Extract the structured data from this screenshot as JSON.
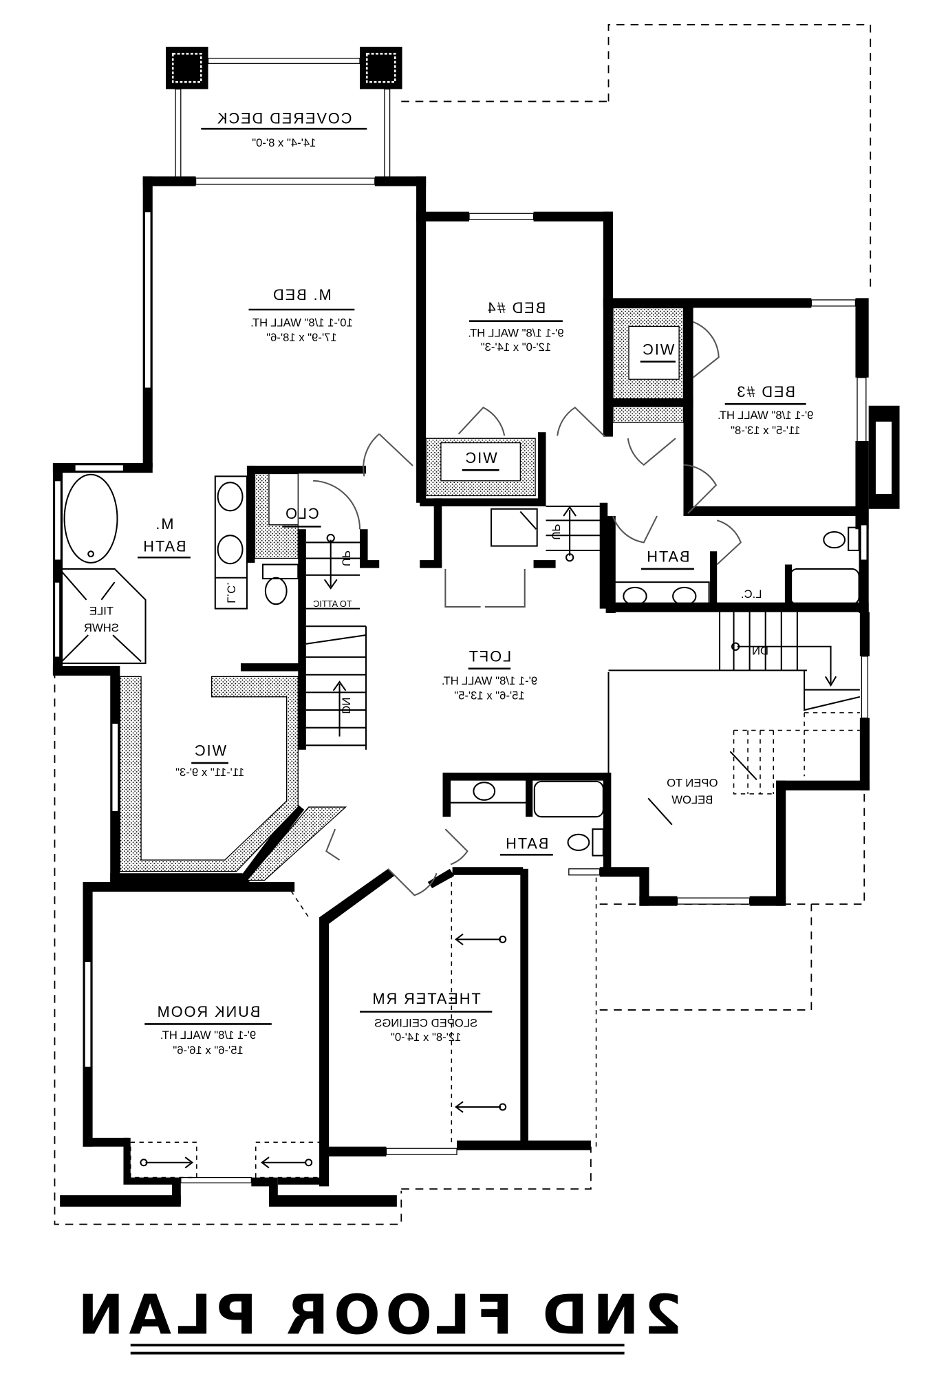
{
  "plan": {
    "title": "2ND FLOOR PLAN",
    "mirrored": true,
    "line_color": "#000000",
    "background": "#ffffff"
  },
  "rooms": {
    "covered_deck": {
      "name": "COVERED DECK",
      "size": "14'-4\" x 8'-0\""
    },
    "master_bed": {
      "name": "M. BED",
      "wall_height": "10'-1 1/8\" WALL HT.",
      "size": "17'-9\" x 18'-6\""
    },
    "bed4": {
      "name": "BED #4",
      "wall_height": "9'-1 1/8\" WALL HT.",
      "size": "12'-0\" x 14'-3\""
    },
    "bed3": {
      "name": "BED #3",
      "wall_height": "9'-1 1/8\" WALL HT.",
      "size": "11'-5\" x 13'-8\""
    },
    "bed3_wic": {
      "name": "WIC"
    },
    "bed4_wic": {
      "name": "WIC"
    },
    "master_bath": {
      "name_line1": "M.",
      "name_line2": "BATH"
    },
    "tile_shower": {
      "name_line1": "TILE",
      "name_line2": "SHWR"
    },
    "closet": {
      "name": "CLO"
    },
    "linen_master": {
      "name": "L.C."
    },
    "attic_stair": {
      "direction": "UP",
      "note": "TO ATTIC"
    },
    "main_stair_up": {
      "direction": "UP"
    },
    "main_stair_dn": {
      "direction": "DN"
    },
    "right_stair_dn": {
      "direction": "DN"
    },
    "hall_bath": {
      "name": "BATH"
    },
    "hall_lc": {
      "name": "L.C."
    },
    "loft": {
      "name": "LOFT",
      "wall_height": "9'-1 1/8\" WALL HT.",
      "size": "15'-6\" x 13'-5\""
    },
    "master_wic": {
      "name": "WIC",
      "size": "11'-11\" x 9'-3\""
    },
    "open_to_below": {
      "line1": "OPEN TO",
      "line2": "BELOW"
    },
    "loft_bath": {
      "name": "BATH"
    },
    "bunk_room": {
      "name": "BUNK ROOM",
      "wall_height": "9'-1 1/8\" WALL HT.",
      "size": "15'-6\" x 16'-6\""
    },
    "theater": {
      "name": "THEATER RM",
      "note": "SLOPED CEILINGS",
      "size": "12'-8\" x 14'-0\""
    }
  }
}
